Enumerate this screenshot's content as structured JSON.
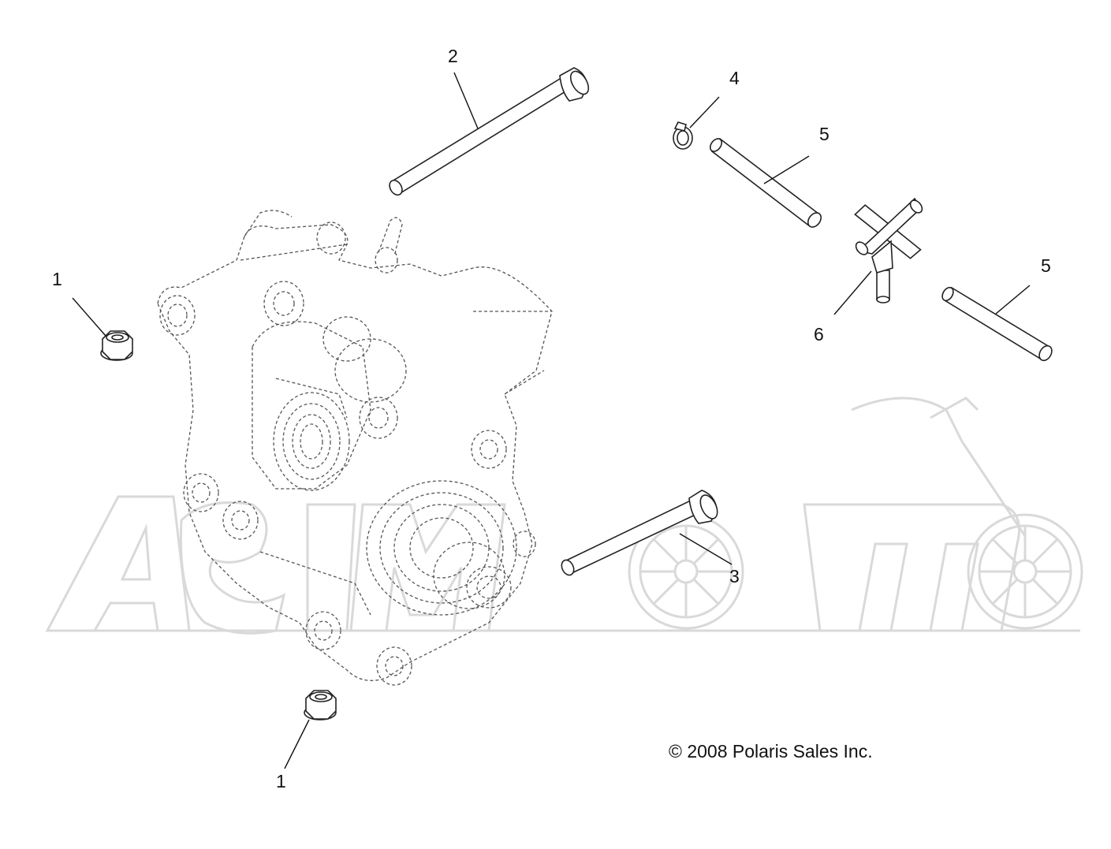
{
  "callouts": [
    {
      "id": "c2",
      "label": "2"
    },
    {
      "id": "c4",
      "label": "4"
    },
    {
      "id": "c5a",
      "label": "5"
    },
    {
      "id": "c5b",
      "label": "5"
    },
    {
      "id": "c6",
      "label": "6"
    },
    {
      "id": "c1a",
      "label": "1"
    },
    {
      "id": "c1b",
      "label": "1"
    },
    {
      "id": "c3",
      "label": "3"
    }
  ],
  "copyright": "© 2008 Polaris Sales Inc."
}
